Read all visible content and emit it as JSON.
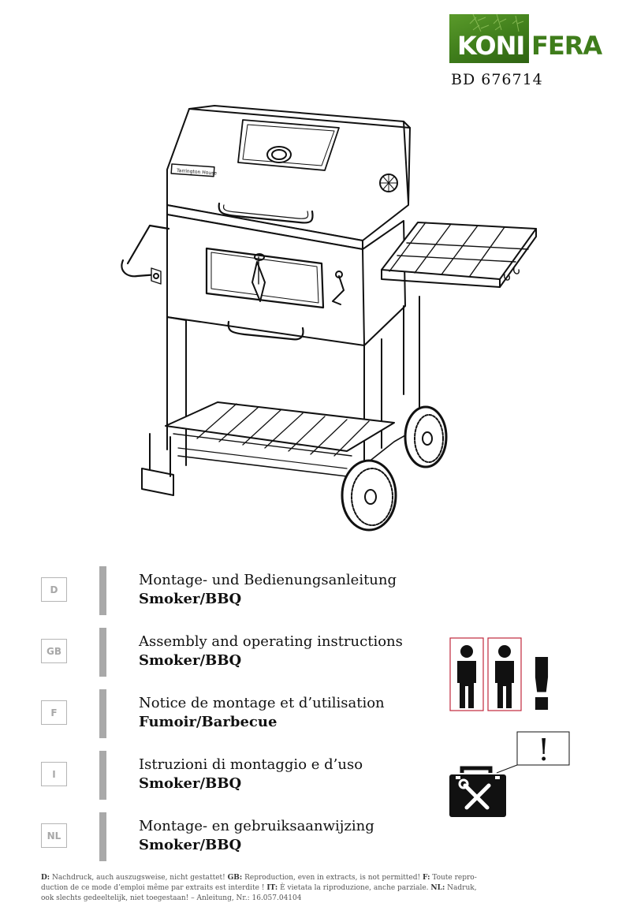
{
  "brand": {
    "logo_text_left": "KONI",
    "logo_text_right": "FERA",
    "colors": {
      "green": "#3f7d1b",
      "green_light": "#5a9a2a"
    }
  },
  "model_number": "BD 676714",
  "grill_badge": "Tarrington House",
  "languages": [
    {
      "code": "D",
      "title": "Montage- und Bedienungsanleitung",
      "subtitle": "Smoker/BBQ"
    },
    {
      "code": "GB",
      "title": "Assembly and operating instructions",
      "subtitle": "Smoker/BBQ"
    },
    {
      "code": "F",
      "title": "Notice de montage et d’utilisation",
      "subtitle": "Fumoir/Barbecue"
    },
    {
      "code": "I",
      "title": "Istruzioni di montaggio e d’uso",
      "subtitle": "Smoker/BBQ"
    },
    {
      "code": "NL",
      "title": "Montage- en gebruiksaanwijzing",
      "subtitle": "Smoker/BBQ"
    }
  ],
  "pictograms": {
    "two_person_icon": "two-person-assembly-icon",
    "exclamation": "!",
    "toolbox_icon": "toolbox-icon",
    "toolbox_note": "!"
  },
  "footer": {
    "d_label": "D:",
    "d_text": " Nachdruck, auch auszugsweise, nicht gestattet! ",
    "gb_label": "GB:",
    "gb_text": " Reproduction, even in extracts, is not permitted! ",
    "f_label": "F:",
    "f_text": " Toute repro-duction de ce mode d’emploi même par extraits est interdite ! ",
    "it_label": "IT:",
    "it_text": " È vietata la riproduzione, anche parziale. ",
    "nl_label": "NL:",
    "nl_text": " Nadruk, ook slechts gedeeltelijk, niet toegestaan! – Anleitung, Nr.: 16.057.04104"
  }
}
